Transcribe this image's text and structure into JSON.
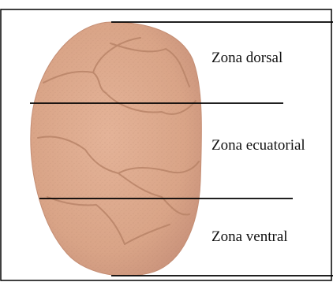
{
  "labels": {
    "dorsal": "Zona dorsal",
    "equatorial": "Zona ecuatorial",
    "ventral": "Zona ventral"
  },
  "colors": {
    "object": "#d9a487",
    "object_edge": "#c58e74",
    "crack": "#b98468",
    "speckle": "#a5775f",
    "line": "#000000",
    "frame": "#000000"
  }
}
